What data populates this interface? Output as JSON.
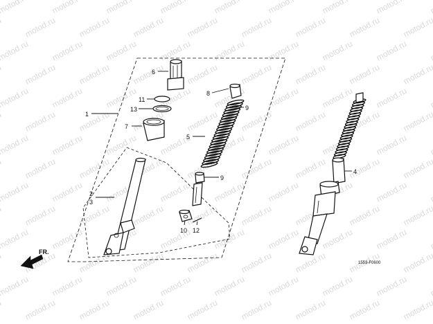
{
  "watermark": {
    "text": "motod.ru",
    "color": "#d9d9d9"
  },
  "diagram_code": "1553-F0600",
  "direction_label": "FR.",
  "callouts": {
    "c1": "1",
    "c2": "2",
    "c3": "3",
    "c4": "4",
    "c5": "5",
    "c6": "6",
    "c7": "7",
    "c8": "8",
    "c9a": "9",
    "c9b": "9",
    "c10": "10",
    "c11": "11",
    "c12": "12",
    "c13": "13"
  },
  "icons": {
    "front_arrow": "front-direction-arrow-icon"
  }
}
